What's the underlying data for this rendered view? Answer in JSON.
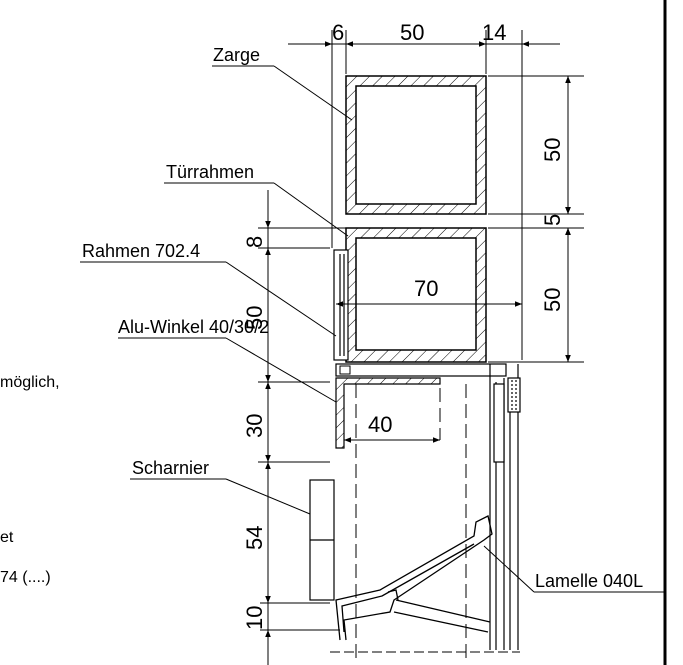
{
  "labels": {
    "zarge": "Zarge",
    "tuerrahmen": "Türrahmen",
    "rahmen": "Rahmen 702.4",
    "alu_winkel": "Alu-Winkel 40/30/2",
    "scharnier": "Scharnier",
    "lamelle": "Lamelle 040L"
  },
  "dimensions": {
    "top_6": "6",
    "top_50": "50",
    "top_14": "14",
    "right_50_upper": "50",
    "right_5": "5",
    "right_50_lower": "50",
    "inner_70": "70",
    "inner_40": "40",
    "left_8": "8",
    "left_50": "50",
    "left_30": "30",
    "left_54": "54",
    "left_10": "10"
  },
  "fragments": {
    "moglich": "möglich,",
    "et": "et",
    "ref": "74 (....)"
  }
}
